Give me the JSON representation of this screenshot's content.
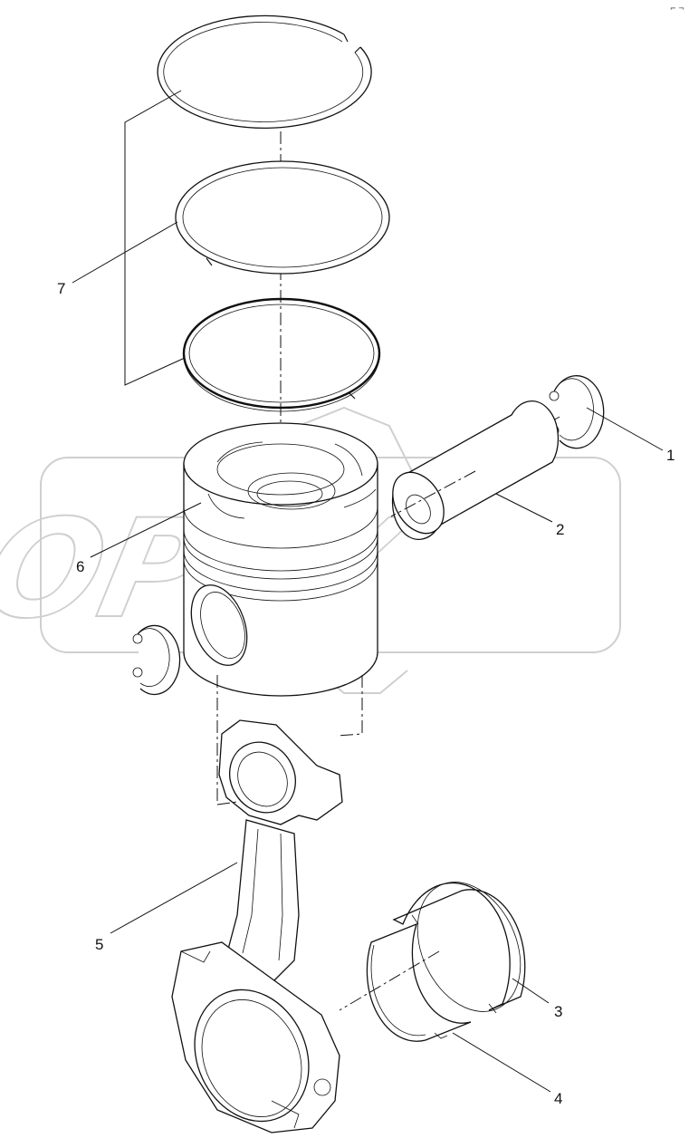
{
  "diagram": {
    "corner_mark": "⌐ ¬",
    "watermark": "OPEX",
    "callouts": [
      {
        "id": "1",
        "label": "1"
      },
      {
        "id": "2",
        "label": "2"
      },
      {
        "id": "3",
        "label": "3"
      },
      {
        "id": "4",
        "label": "4"
      },
      {
        "id": "5",
        "label": "5"
      },
      {
        "id": "6",
        "label": "6"
      },
      {
        "id": "7",
        "label": "7"
      }
    ],
    "parts": [
      {
        "callout": "1",
        "shape": "snap-ring"
      },
      {
        "callout": "2",
        "shape": "piston-pin"
      },
      {
        "callout": "3",
        "shape": "bearing-shell-upper"
      },
      {
        "callout": "4",
        "shape": "bearing-shell-lower"
      },
      {
        "callout": "5",
        "shape": "connecting-rod"
      },
      {
        "callout": "6",
        "shape": "piston"
      },
      {
        "callout": "7",
        "shape": "piston-ring-set"
      }
    ],
    "colors": {
      "line": "#111111",
      "watermark": "#cfcfcf",
      "background": "#ffffff"
    }
  }
}
